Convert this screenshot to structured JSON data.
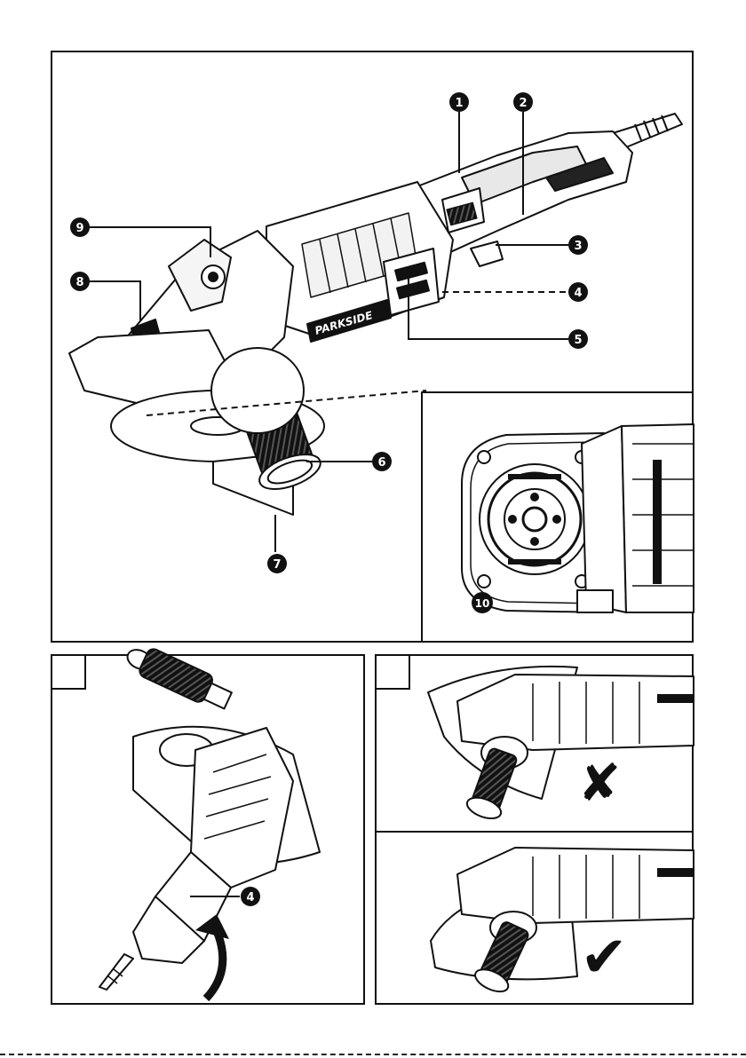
{
  "brand": "PARKSIDE",
  "callouts": {
    "c1": "1",
    "c2": "2",
    "c3": "3",
    "c4": "4",
    "c5": "5",
    "c6": "6",
    "c7": "7",
    "c8": "8",
    "c9": "9",
    "c10": "10",
    "panel_a_c4": "4"
  },
  "figure_labels": {
    "panel_a": "",
    "panel_b": ""
  },
  "marks": {
    "wrong": "✘",
    "right": "✔"
  },
  "colors": {
    "ink": "#111111",
    "paper": "#ffffff",
    "callout_fill": "#111111"
  },
  "icons": [
    "cross-mark-icon",
    "check-mark-icon",
    "rotation-arrow-icon"
  ]
}
